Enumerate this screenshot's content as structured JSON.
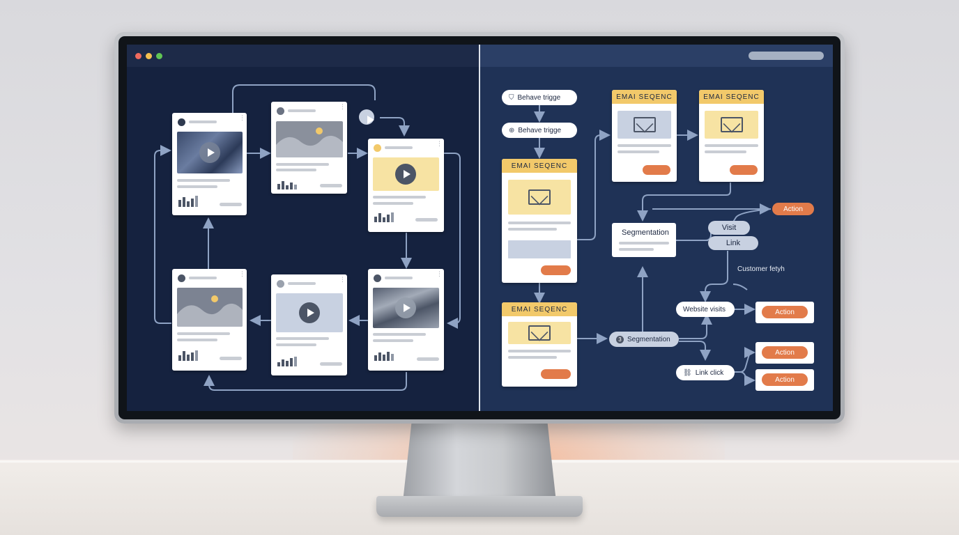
{
  "window": {
    "traffic_lights": [
      "#ef6a5e",
      "#f4bf4f",
      "#61c454"
    ],
    "search_bar": ""
  },
  "left_panel": {
    "description_cards": [
      {
        "media": "video-thumbnail",
        "has_play": true
      },
      {
        "media": "image-thumbnail",
        "has_play": false
      },
      {
        "media": "video-thumbnail",
        "has_play": true
      },
      {
        "media": "video-thumbnail",
        "has_play": true
      },
      {
        "media": "video-thumbnail",
        "has_play": true
      },
      {
        "media": "image-thumbnail",
        "has_play": false
      }
    ]
  },
  "right_panel": {
    "triggers": [
      {
        "label": "Behave trigge",
        "icon": "shield-icon"
      },
      {
        "label": "Behave trigge",
        "icon": "globe-icon"
      }
    ],
    "email_cards": [
      {
        "header": "EMAI SEQENC"
      },
      {
        "header": "EMAI SEQENC"
      },
      {
        "header": "EMAI SEQENC"
      },
      {
        "header": "EMAI SEQENC"
      }
    ],
    "segmentation_box": {
      "title": "Segmentation"
    },
    "chips": {
      "visit": "Visit",
      "link": "Link"
    },
    "segmentation_pill": {
      "label": "Segmentation",
      "badge": "3"
    },
    "customer_path_caption": "Customer fetyh",
    "website_visits": {
      "label": "Website visits"
    },
    "link_click": {
      "label": "Link click",
      "icon": "link-icon"
    },
    "actions": [
      "Action",
      "Action",
      "Action",
      "Action"
    ]
  },
  "colors": {
    "accent_orange": "#e27b4a",
    "accent_yellow": "#f2c96a",
    "left_bg": "#15223f",
    "right_bg": "#1f3256",
    "connector": "#8fa3c4"
  }
}
